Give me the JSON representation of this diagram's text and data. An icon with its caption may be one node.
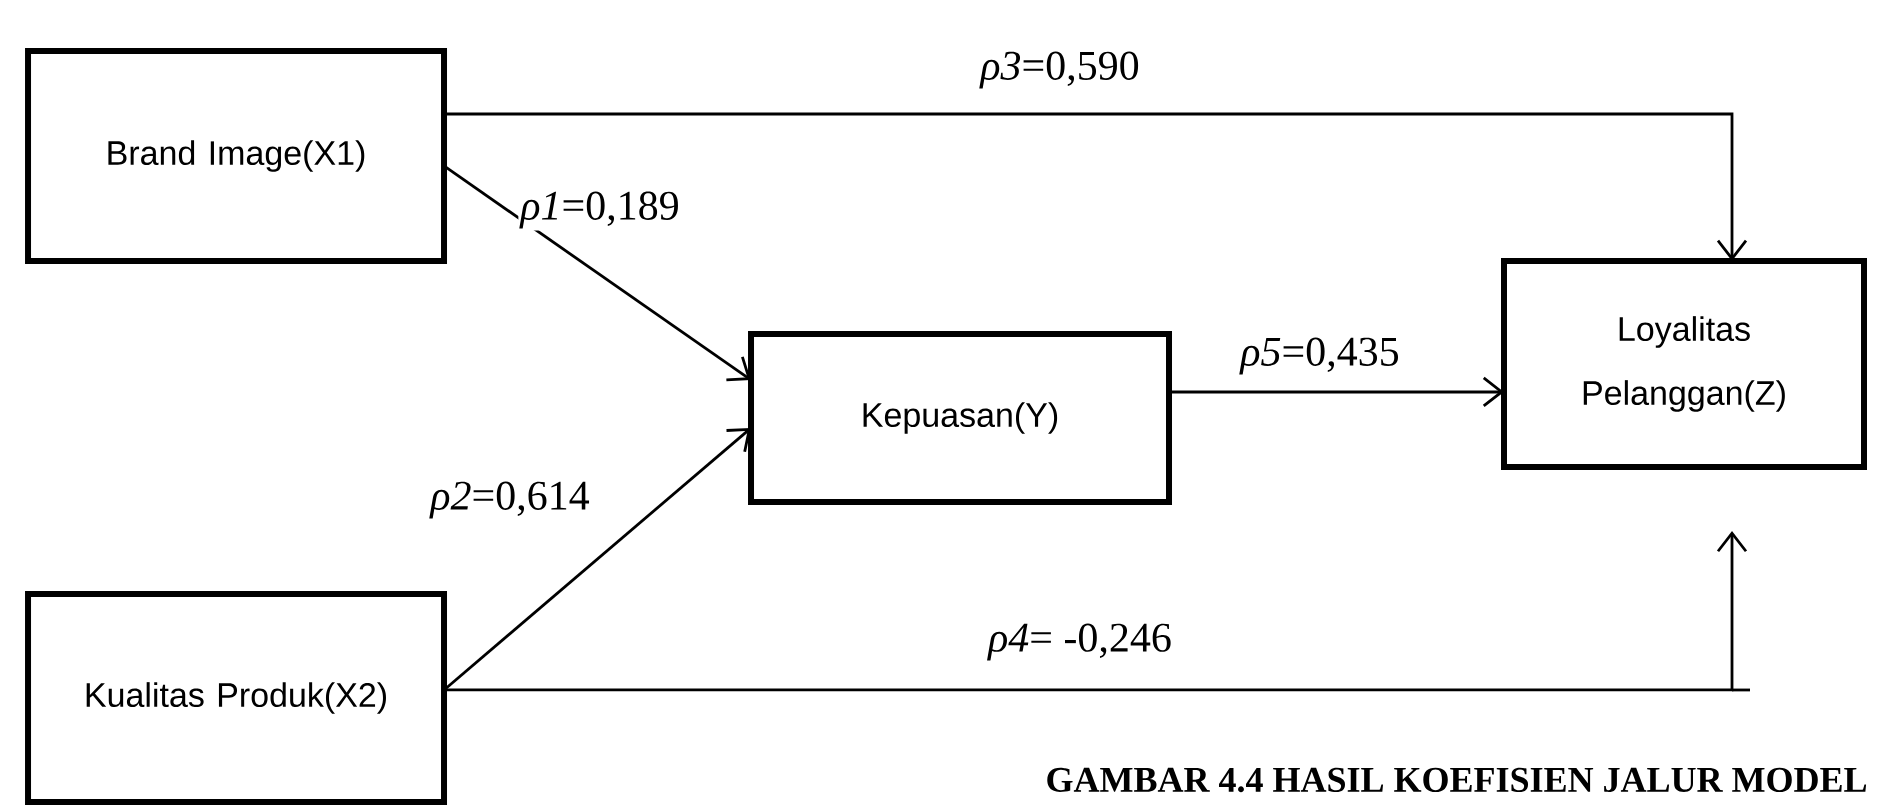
{
  "diagram": {
    "caption": "GAMBAR 4.4 HASIL KOEFISIEN JALUR MODEL",
    "nodes": [
      {
        "text": [
          "Brand Image(X1)"
        ]
      },
      {
        "text": [
          "Kepuasan(Y)"
        ]
      },
      {
        "text": [
          "Loyalitas Pelanggan(Z)"
        ]
      },
      {
        "text": [
          "Kualitas Produk(X2)"
        ]
      }
    ],
    "edges": [
      {
        "from": 0,
        "to": 1,
        "arrow": "to",
        "label": "*ρ1*=0,189"
      },
      {
        "from": 3,
        "to": 1,
        "arrow": "to",
        "label": "*ρ2*=0,614"
      },
      {
        "from": 0,
        "to": 2,
        "arrow": "to",
        "label": "*ρ3*=0,590"
      },
      {
        "from": 3,
        "to": 2,
        "arrow": "to",
        "label": "*ρ4*= -0,246"
      },
      {
        "from": 1,
        "to": 2,
        "arrow": "to",
        "label": "*ρ5*=0,435"
      }
    ]
  }
}
